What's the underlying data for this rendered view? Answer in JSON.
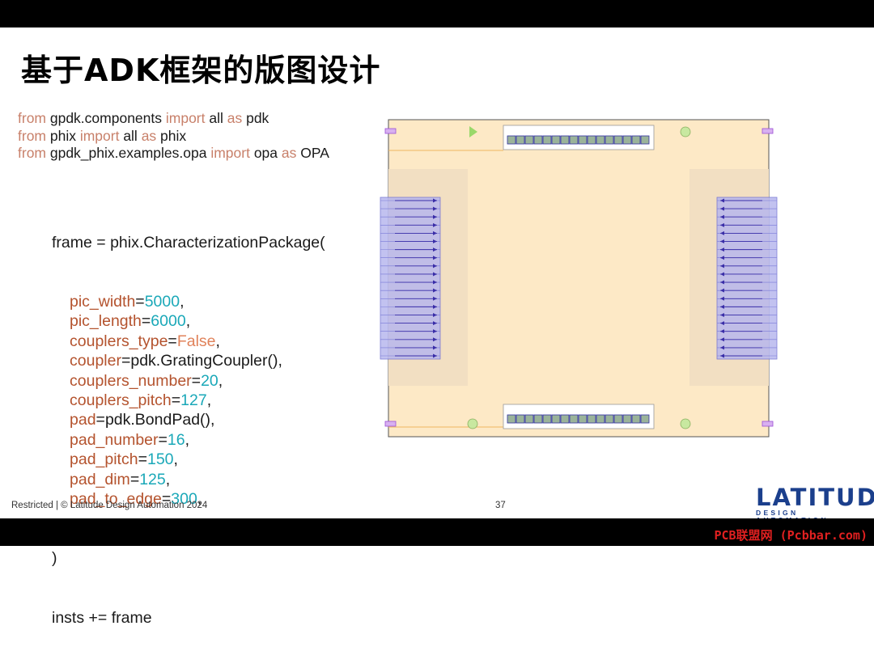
{
  "title": "基于ADK框架的版图设计",
  "code": {
    "imports": [
      {
        "kw1": "from",
        "mod": " gpdk.components ",
        "kw2": "import",
        "name": " all ",
        "kw3": "as",
        "alias": " pdk"
      },
      {
        "kw1": "from",
        "mod": " phix ",
        "kw2": "import",
        "name": " all ",
        "kw3": "as",
        "alias": " phix"
      },
      {
        "kw1": "from",
        "mod": " gpdk_phix.examples.opa ",
        "kw2": "import",
        "name": " opa ",
        "kw3": "as",
        "alias": " OPA"
      }
    ],
    "call": "frame = phix.CharacterizationPackage(",
    "args": [
      {
        "name": "pic_width",
        "eq": "=",
        "value": "5000",
        "tail": ",",
        "kind": "num"
      },
      {
        "name": "pic_length",
        "eq": "=",
        "value": "6000",
        "tail": ",",
        "kind": "num"
      },
      {
        "name": "couplers_type",
        "eq": "=",
        "value": "False",
        "tail": ",",
        "kind": "false"
      },
      {
        "name": "coupler",
        "eq": "=",
        "value": "pdk.GratingCoupler()",
        "tail": ",",
        "kind": "plain"
      },
      {
        "name": "couplers_number",
        "eq": "=",
        "value": "20",
        "tail": ",",
        "kind": "num"
      },
      {
        "name": "couplers_pitch",
        "eq": "=",
        "value": "127",
        "tail": ",",
        "kind": "num"
      },
      {
        "name": "pad",
        "eq": "=",
        "value": "pdk.BondPad()",
        "tail": ",",
        "kind": "plain"
      },
      {
        "name": "pad_number",
        "eq": "=",
        "value": "16",
        "tail": ",",
        "kind": "num"
      },
      {
        "name": "pad_pitch",
        "eq": "=",
        "value": "150",
        "tail": ",",
        "kind": "num"
      },
      {
        "name": "pad_dim",
        "eq": "=",
        "value": "125",
        "tail": ",",
        "kind": "num"
      },
      {
        "name": "pad_to_edge",
        "eq": "=",
        "value": "300",
        "tail": ",",
        "kind": "num"
      }
    ],
    "close": ")",
    "last": "insts += frame"
  },
  "footer": "Restricted | © Latitude Design Automation 2024",
  "page_number": "37",
  "logo": {
    "main": "LATITUDE",
    "sub": "DESIGN AUTOMATION"
  },
  "watermark": "PCB联盟网 (Pcbbar.com)",
  "layout": {
    "top_pad_count": 16,
    "bottom_pad_count": 16,
    "side_coupler_count": 20,
    "colors": {
      "chip_fill": "#fde9c6",
      "chip_border": "#555555",
      "side_region": "#f2dfc2",
      "coupler_fill": "#b8b8ee",
      "coupler_line": "#3a2ea8",
      "pad_frame": "#ffffff",
      "pad_fill": "#9ab39a",
      "pad_border": "#3030a0",
      "marker": "#c8e8a0",
      "triangle": "#9ad86a",
      "corner_mark": "#9b4fd6"
    }
  }
}
